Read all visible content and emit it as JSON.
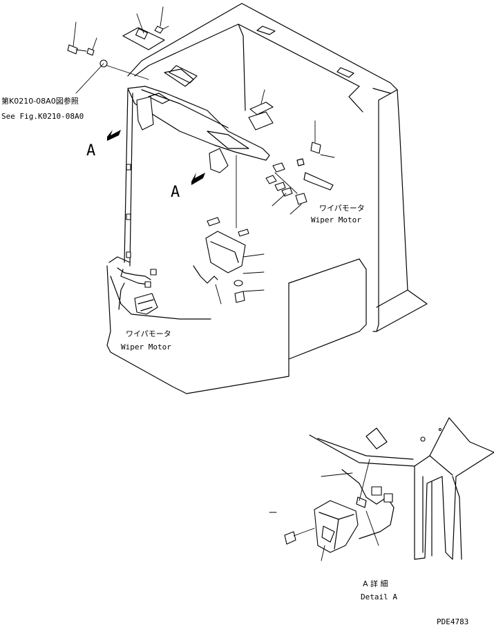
{
  "labels": {
    "ref_ja": "第K0210-08A0図参照",
    "ref_en": "See Fig.K0210-08A0",
    "view_a_left": "A",
    "view_a_center": "A",
    "wiper_motor_right_ja": "ワイパモータ",
    "wiper_motor_right_en": "Wiper Motor",
    "wiper_motor_left_ja": "ワイパモータ",
    "wiper_motor_left_en": "Wiper Motor",
    "detail_ja": "A 詳 細",
    "detail_en": "Detail A",
    "drawing_code": "PDE4783"
  }
}
